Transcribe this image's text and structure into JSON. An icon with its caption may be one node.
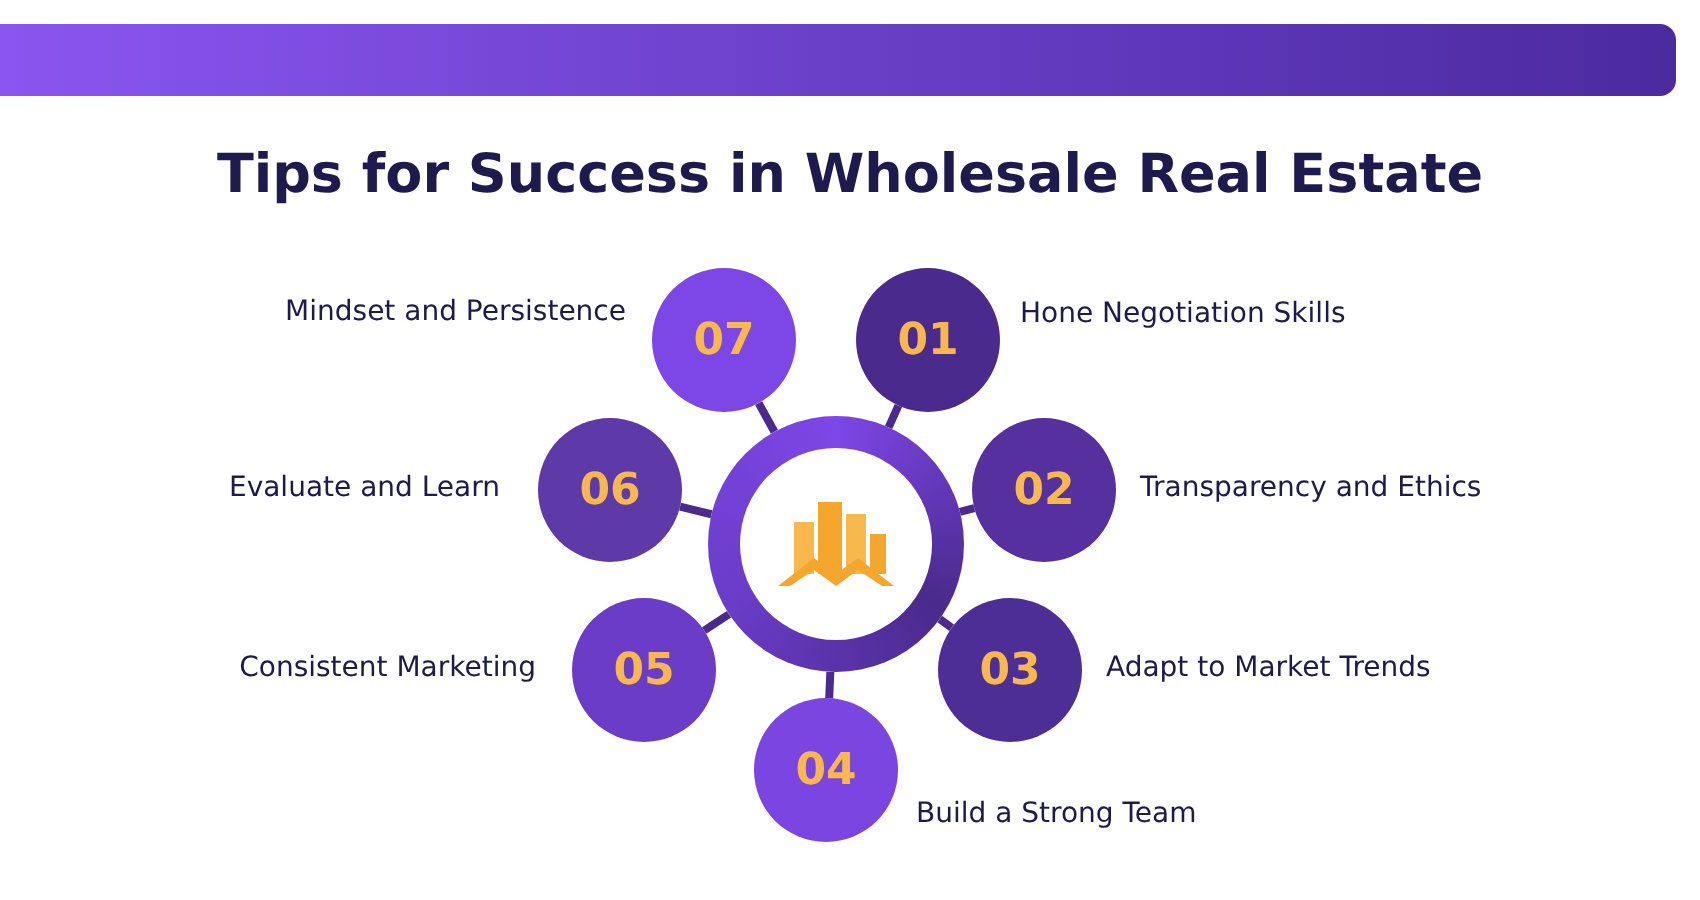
{
  "diagram": {
    "title": "Tips for Success in Wholesale Real Estate",
    "nodes": [
      {
        "text": [],
        "shape": "circle"
      },
      {
        "text": [
          "01"
        ],
        "beside": [
          "Hone Negotiation Skills"
        ]
      },
      {
        "text": [
          "02"
        ],
        "beside": [
          "Transparency and Ethics"
        ]
      },
      {
        "text": [
          "03"
        ],
        "beside": [
          "Adapt to Market Trends"
        ]
      },
      {
        "text": [
          "04"
        ],
        "beside": [
          "Build a Strong Team"
        ]
      },
      {
        "text": [
          "05"
        ],
        "beside": [
          "Consistent Marketing"
        ]
      },
      {
        "text": [
          "06"
        ],
        "beside": [
          "Evaluate and Learn"
        ]
      },
      {
        "text": [
          "07"
        ],
        "beside": [
          "Mindset and Persistence"
        ]
      }
    ],
    "edges": [
      {
        "from": 0,
        "to": 1,
        "arrow": "none"
      },
      {
        "from": 0,
        "to": 2,
        "arrow": "none"
      },
      {
        "from": 0,
        "to": 3,
        "arrow": "none"
      },
      {
        "from": 0,
        "to": 4,
        "arrow": "none"
      },
      {
        "from": 0,
        "to": 5,
        "arrow": "none"
      },
      {
        "from": 0,
        "to": 6,
        "arrow": "none"
      },
      {
        "from": 0,
        "to": 7,
        "arrow": "none"
      }
    ]
  }
}
